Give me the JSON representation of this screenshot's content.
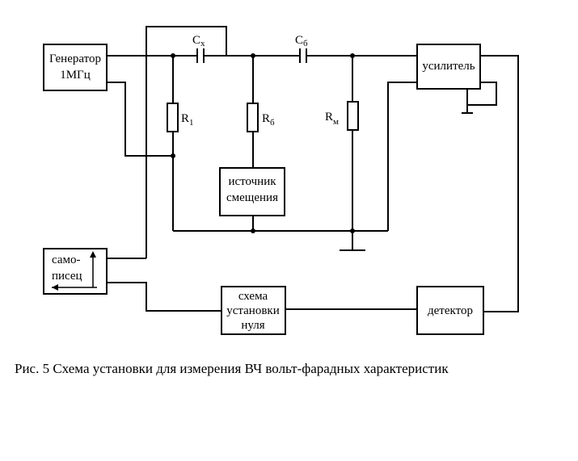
{
  "blocks": {
    "generator": {
      "line1": "Генератор",
      "line2": "1МГц"
    },
    "amplifier": {
      "label": "усилитель"
    },
    "bias_source": {
      "line1": "источник",
      "line2": "смещения"
    },
    "recorder": {
      "line1": "само-",
      "line2": "писец"
    },
    "zero_circuit": {
      "line1": "схема",
      "line2": "установки",
      "line3": "нуля"
    },
    "detector": {
      "label": "детектор"
    }
  },
  "components": {
    "cx": {
      "main": "C",
      "sub": "x"
    },
    "cb": {
      "main": "C",
      "sub": "б"
    },
    "r1": {
      "main": "R",
      "sub": "1"
    },
    "rb": {
      "main": "R",
      "sub": "б"
    },
    "rm": {
      "main": "R",
      "sub": "м"
    }
  },
  "caption": "Рис. 5 Схема установки для измерения ВЧ вольт-фарадных характеристик"
}
